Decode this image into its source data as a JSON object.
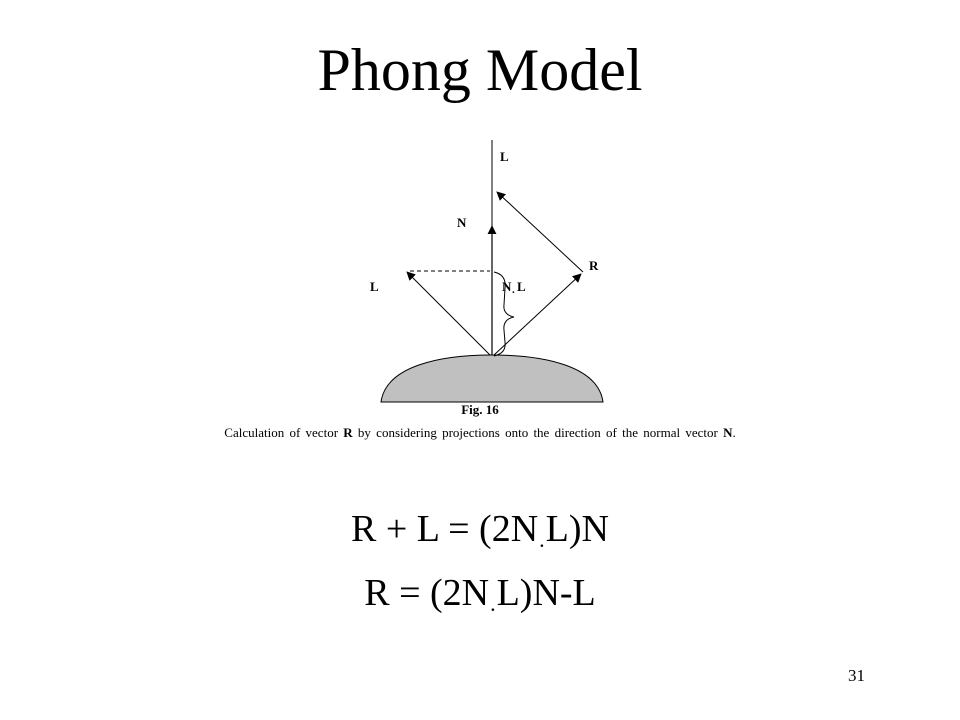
{
  "slide": {
    "title": "Phong Model",
    "page_number": "31"
  },
  "figure": {
    "labels": {
      "l_top": "L",
      "n": "N",
      "r": "R",
      "l_left": "L",
      "ndotl_n": "N",
      "ndotl_dot": ".",
      "ndotl_l": "L"
    },
    "fig_label": "Fig. 16",
    "caption": {
      "part1": "Calculation of vector ",
      "bold_r": "R",
      "part2": " by considering projections onto the direction of the normal vector ",
      "bold_n": "N",
      "part3": "."
    },
    "surface_color": "#c0c0c0"
  },
  "equations": {
    "eq1": {
      "left": "R + L = (2N",
      "dot": ".",
      "right": "L)N"
    },
    "eq2": {
      "left": "R = (2N",
      "dot": ".",
      "right": "L)N-L"
    }
  }
}
